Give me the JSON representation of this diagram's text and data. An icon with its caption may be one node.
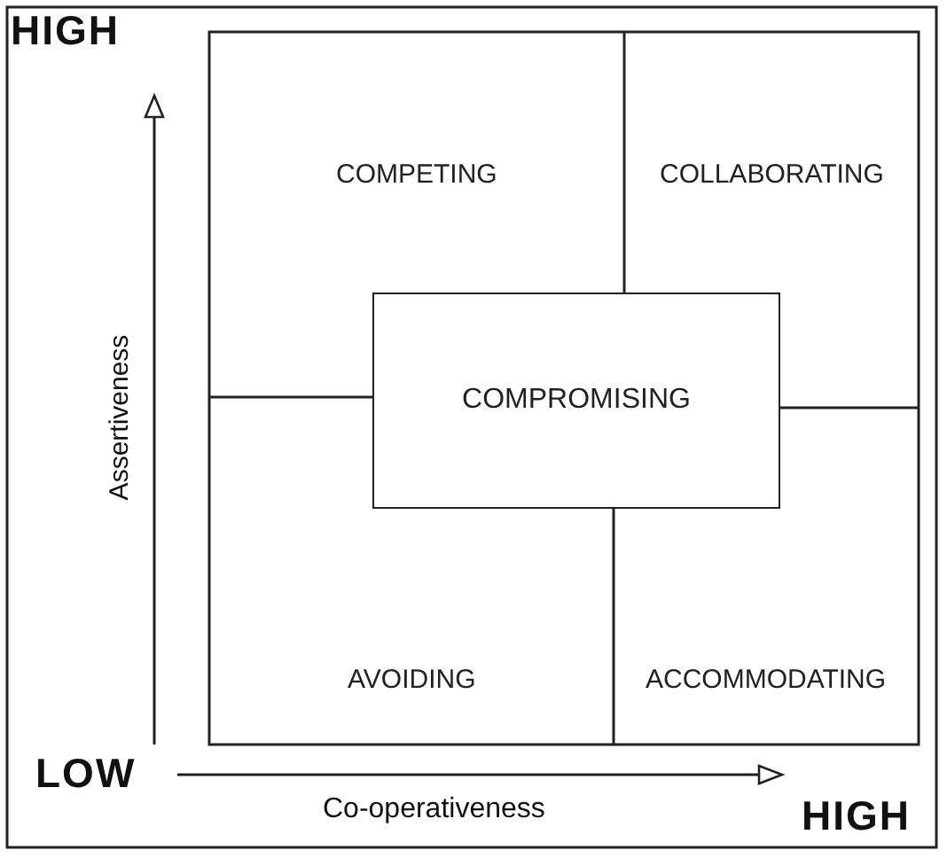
{
  "diagram": {
    "nodes": [
      {
        "text": [
          "COMPETING"
        ]
      },
      {
        "text": [
          "COLLABORATING"
        ]
      },
      {
        "text": [
          "COMPROMISING"
        ]
      },
      {
        "text": [
          "AVOIDING"
        ]
      },
      {
        "text": [
          "ACCOMMODATING"
        ]
      }
    ],
    "edges": [],
    "labels": [
      "HIGH",
      "Assertiveness",
      "LOW",
      "Co-operativeness",
      "HIGH"
    ]
  }
}
